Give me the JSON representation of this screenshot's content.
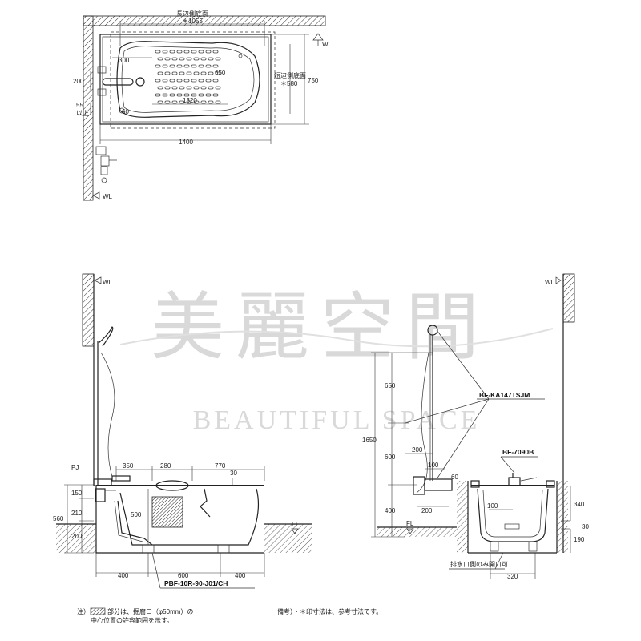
{
  "watermark": {
    "cjk": "美麗空間",
    "latin": "BEAUTIFUL SPACE"
  },
  "plan": {
    "long_side_label": "長辺側底面",
    "long_side_value": "＊1055",
    "short_side_label": "短辺側底面",
    "short_side_value": "＊580",
    "wl": "WL",
    "dims": [
      "300",
      "200",
      "650",
      "55",
      "以上",
      "60",
      "1320",
      "1400",
      "750"
    ]
  },
  "side_view": {
    "wl": "WL",
    "fl": "FL",
    "pj": "PJ",
    "top_dims": [
      "350",
      "280",
      "770"
    ],
    "left_dims": [
      "150",
      "560",
      "210",
      "200"
    ],
    "inner_dims": [
      "30",
      "500"
    ],
    "bottom_dims": [
      "400",
      "600",
      "400"
    ],
    "part_label": "PBF-10R-90-J01/CH"
  },
  "front_view": {
    "wl": "WL",
    "fl": "FL",
    "part_shower": "BF-KA147TSJM",
    "part_faucet": "BF-7090B",
    "vertical_dims": [
      "650",
      "1650",
      "600",
      "400"
    ],
    "horizontal_dims": [
      "200",
      "100",
      "60",
      "200"
    ],
    "tub_dims": [
      "100",
      "340",
      "30",
      "190",
      "320"
    ],
    "drain_note": "排水口側のみ開口可"
  },
  "notes": {
    "note_prefix": "注）",
    "note_line1": "部分は、掘腐口（φ50mm）の",
    "note_line2": "中心位置の許容範囲を示す。",
    "remark": "備考）・＊印寸法は、参考寸法です。"
  }
}
